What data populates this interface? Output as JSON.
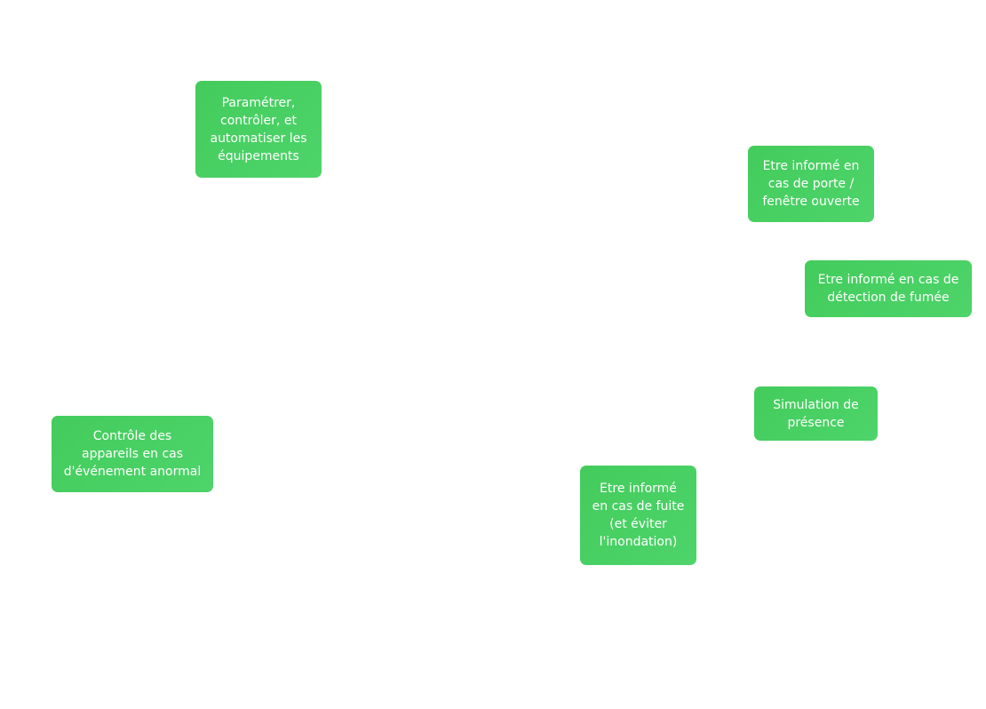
{
  "tiles": {
    "parametrer": "Paramétrer,\ncontrôler, et\nautomatiser les\néquipements",
    "porte": "Etre informé en\ncas de porte /\nfenêtre ouverte",
    "fumee": "Etre informé en cas de\ndétection de fumée",
    "simulation": "Simulation de\nprésence",
    "controle": "Contrôle des\nappareils en cas\nd'événement anormal",
    "fuite": "Etre informé\nen cas de fuite\n(et éviter\nl'inondation)"
  },
  "colors": {
    "tile_fill": "#48d063",
    "tile_text": "#ffffff",
    "background": "#ffffff"
  }
}
